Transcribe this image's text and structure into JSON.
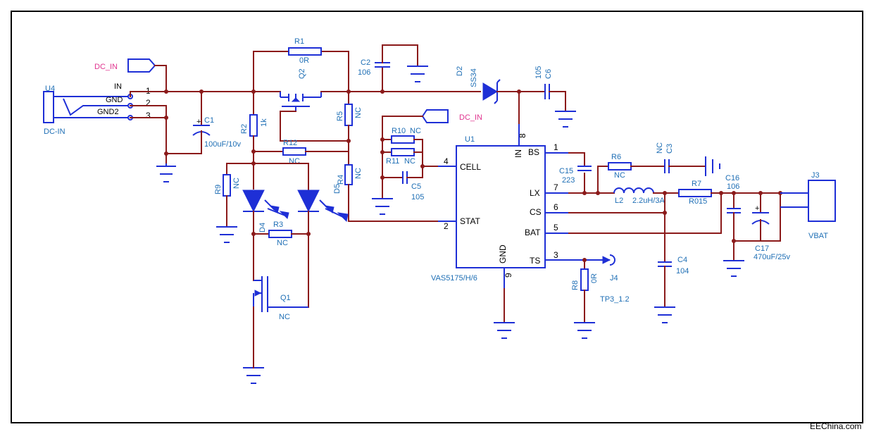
{
  "watermark": "EEChina.com",
  "connector_u4": {
    "ref": "U4",
    "name": "DC-IN",
    "pins": [
      {
        "name": "IN",
        "num": "1"
      },
      {
        "name": "GND",
        "num": "2"
      },
      {
        "name": "GND2",
        "num": "3"
      }
    ]
  },
  "net_dcin_1": "DC_IN",
  "net_dcin_2": "DC_IN",
  "c1": {
    "ref": "C1",
    "value": "100uF/10v"
  },
  "r1": {
    "ref": "R1",
    "value": "0R"
  },
  "q2": {
    "ref": "Q2"
  },
  "c2": {
    "ref": "C2",
    "value": "106"
  },
  "d2": {
    "ref": "D2",
    "value": "SS34"
  },
  "c6": {
    "ref": "C6",
    "value": "105"
  },
  "r2": {
    "ref": "R2",
    "value": "1k"
  },
  "r5": {
    "ref": "R5",
    "value": "NC"
  },
  "r12": {
    "ref": "R12",
    "value": "NC"
  },
  "r4": {
    "ref": "R4",
    "value": "NC"
  },
  "d5": {
    "ref": "D5"
  },
  "r9": {
    "ref": "R9",
    "value": "NC"
  },
  "d4": {
    "ref": "D4"
  },
  "r3": {
    "ref": "R3",
    "value": "NC"
  },
  "q1": {
    "ref": "Q1",
    "value": "NC"
  },
  "r10": {
    "ref": "R10",
    "value": "NC"
  },
  "r11": {
    "ref": "R11",
    "value": "NC"
  },
  "c5": {
    "ref": "C5",
    "value": "105"
  },
  "u1": {
    "ref": "U1",
    "part": "VAS5175/H/6",
    "pins": {
      "in": "IN",
      "bs": "BS",
      "cell": "CELL",
      "lx": "LX",
      "cs": "CS",
      "stat": "STAT",
      "bat": "BAT",
      "gnd": "GND",
      "ts": "TS"
    },
    "nums": {
      "in": "8",
      "bs": "1",
      "cell": "4",
      "lx": "7",
      "cs": "6",
      "stat": "2",
      "bat": "5",
      "gnd": "9",
      "ts": "3"
    }
  },
  "c15": {
    "ref": "C15",
    "value": "223"
  },
  "r6": {
    "ref": "R6",
    "value": "NC"
  },
  "c3": {
    "ref": "C3",
    "value": "NC"
  },
  "l2": {
    "ref": "L2",
    "value": "2.2uH/3A"
  },
  "r7": {
    "ref": "R7",
    "value": "R015"
  },
  "c16": {
    "ref": "C16",
    "value": "106"
  },
  "c17": {
    "ref": "C17",
    "value": "470uF/25v"
  },
  "j3": {
    "ref": "J3",
    "name": "VBAT"
  },
  "c4": {
    "ref": "C4",
    "value": "104"
  },
  "r8": {
    "ref": "R8",
    "value": "0R"
  },
  "j4": {
    "ref": "J4",
    "name": "TP3_1.2"
  }
}
